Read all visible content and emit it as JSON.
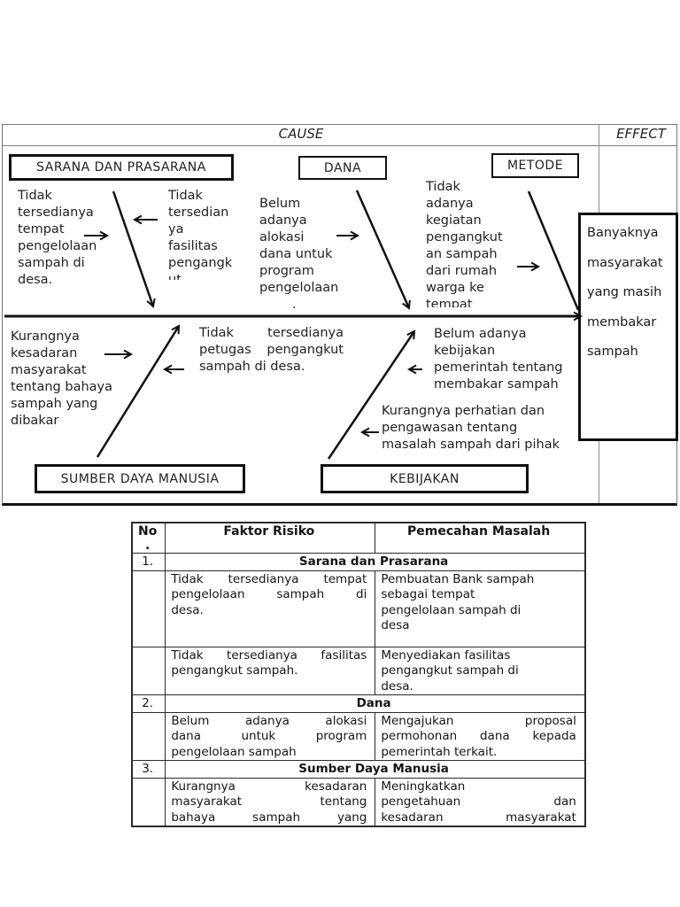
{
  "colors": {
    "ink": "#111111",
    "frame_gray": "#7d7d7d"
  },
  "fishbone": {
    "header": {
      "cause": "CAUSE",
      "effect": "EFFECT"
    },
    "categories": {
      "sarana": "SARANA DAN PRASARANA",
      "dana": "DANA",
      "metode": "METODE",
      "sdm": "SUMBER DAYA MANUSIA",
      "kebijakan": "KEBIJAKAN"
    },
    "cause_notes": {
      "tempat_pengelolaan": "Tidak\ntersedianya\ntempat\npengelolaan\nsampah di\ndesa.",
      "fasilitas_pengangkut": "Tidak\ntersedian\nya\nfasilitas\npengangk\nut",
      "alokasi_dana": "Belum\nadanya\nalokasi\ndana untuk\nprogram\npengelolaan\n        .",
      "kegiatan_pengangkutan": "Tidak\nadanya\nkegiatan\npengangkut\nan sampah\ndari rumah\nwarga ke\ntempat",
      "kesadaran_masyarakat": "Kurangnya\nkesadaran\nmasyarakat\ntentang bahaya\nsampah yang\ndibakar",
      "petugas_pengangkut_main": "Tidak tersedianya\npetugas pengangkut",
      "petugas_pengangkut_last": "sampah di desa.",
      "kebijakan_pemerintah": "Belum adanya\nkebijakan\npemerintah tentang\nmembakar sampah",
      "perhatian_pengawasan": "Kurangnya perhatian dan\npengawasan tentang\nmasalah sampah dari pihak"
    },
    "effect_statement": "Banyaknya\nmasyarakat\nyang masih\nmembakar\nsampah"
  },
  "table": {
    "col_headers": {
      "no": "No\n.",
      "faktor": "Faktor Risiko",
      "pemecahan": "Pemecahan Masalah"
    },
    "rows": [
      {
        "no": "1.",
        "category": "Sarana dan Prasarana"
      },
      {
        "faktor_main": "Tidak tersedianya tempat\npengelolaan sampah di",
        "faktor_last": "desa.",
        "pemecahan": "Pembuatan Bank sampah\nsebagai tempat\npengelolaan sampah di\ndesa"
      },
      {
        "faktor_main": "Tidak tersedianya fasilitas",
        "faktor_last": "pengangkut sampah.",
        "pemecahan": "Menyediakan fasilitas\npengangkut sampah di\ndesa."
      },
      {
        "no": "2.",
        "category": "Dana"
      },
      {
        "faktor_main": "Belum adanya alokasi\ndana untuk program",
        "faktor_last": "pengelolaan sampah",
        "pemecahan_main": "Mengajukan proposal\npermohonan dana kepada",
        "pemecahan_last": "pemerintah terkait."
      },
      {
        "no": "3.",
        "category": "Sumber Daya Manusia"
      },
      {
        "faktor_main": "Kurangnya kesadaran\nmasyarakat tentang\nbahaya sampah yang",
        "pemecahan_main": "Meningkatkan\npengetahuan dan\nkesadaran masyarakat"
      }
    ]
  }
}
